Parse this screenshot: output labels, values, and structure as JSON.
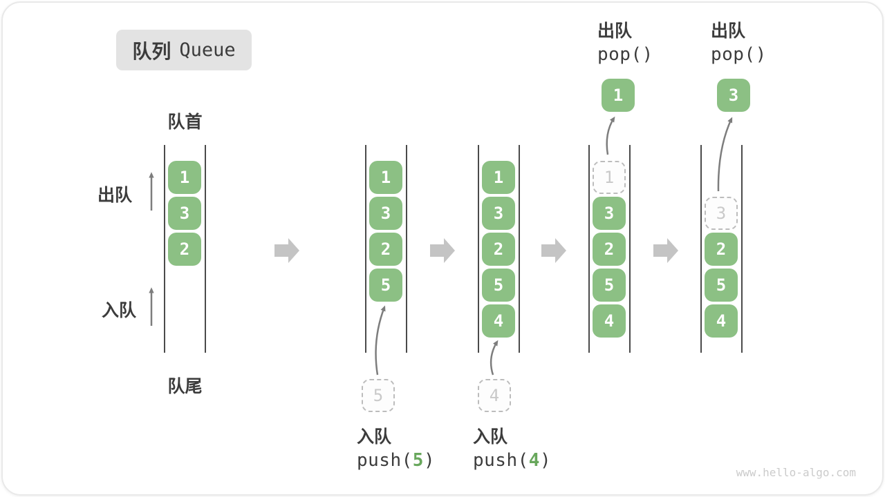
{
  "title": {
    "zh": "队列",
    "en": "Queue"
  },
  "legend": {
    "front": "队首",
    "rear": "队尾",
    "dequeue": "出队",
    "enqueue": "入队"
  },
  "watermark": "www.hello-algo.com",
  "colors": {
    "cell_green": "#8cc084",
    "code_arg_green": "#68a75c",
    "text_dark": "#3c3c3c",
    "flow_arrow_gray": "#c4c4c4",
    "thin_arrow_gray": "#7d7d7d",
    "ghost_border_gray": "#bcbcbc",
    "title_box_bg": "#e3e3e3",
    "wall_gray": "#4a4a4a",
    "watermark_gray": "#cbcbcb"
  },
  "stages": [
    {
      "name": "initial",
      "cells": [
        "1",
        "3",
        "2"
      ]
    },
    {
      "name": "after-push-5",
      "cells": [
        "1",
        "3",
        "2",
        "5"
      ],
      "incoming": "5",
      "caption": {
        "op": "入队",
        "fn": "push(",
        "arg": "5",
        "end": ")"
      }
    },
    {
      "name": "after-push-4",
      "cells": [
        "1",
        "3",
        "2",
        "5",
        "4"
      ],
      "incoming": "4",
      "caption": {
        "op": "入队",
        "fn": "push(",
        "arg": "4",
        "end": ")"
      }
    },
    {
      "name": "after-pop-1",
      "ghost": "1",
      "cells": [
        "3",
        "2",
        "5",
        "4"
      ],
      "popped": "1",
      "caption": {
        "op": "出队",
        "fn": "pop()"
      }
    },
    {
      "name": "after-pop-3",
      "ghost": "3",
      "cells": [
        "2",
        "5",
        "4"
      ],
      "popped": "3",
      "caption": {
        "op": "出队",
        "fn": "pop()"
      }
    }
  ]
}
